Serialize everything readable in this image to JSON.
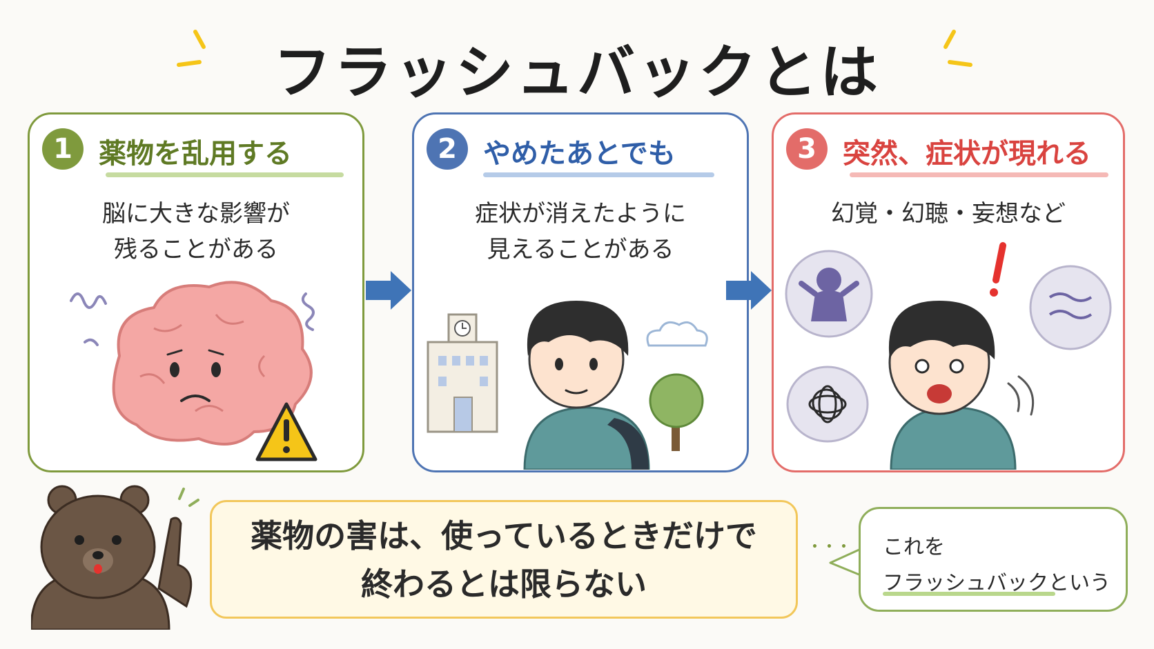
{
  "title": "フラッシュバックとは",
  "steps": [
    {
      "number": "1",
      "heading": "薬物を乱用する",
      "line1": "脳に大きな影響が",
      "line2": "残ることがある",
      "color": "#7f9a3d"
    },
    {
      "number": "2",
      "heading": "やめたあとでも",
      "line1": "症状が消えたように",
      "line2": "見えることがある",
      "color": "#4e74b3"
    },
    {
      "number": "3",
      "heading": "突然、症状が現れる",
      "line1": "幻覚・幻聴・妄想など",
      "line2": "",
      "color": "#e36c69"
    }
  ],
  "message": {
    "line1": "薬物の害は、使っているときだけで",
    "line2": "終わるとは限らない"
  },
  "note": {
    "line1": "これを",
    "line2": "フラッシュバックという"
  },
  "icons": [
    "brain-icon",
    "warning-icon",
    "arrow-right-icon",
    "school-icon",
    "cloud-icon",
    "tree-icon",
    "boy-icon",
    "monster-icon",
    "exclamation-icon",
    "bear-icon"
  ]
}
